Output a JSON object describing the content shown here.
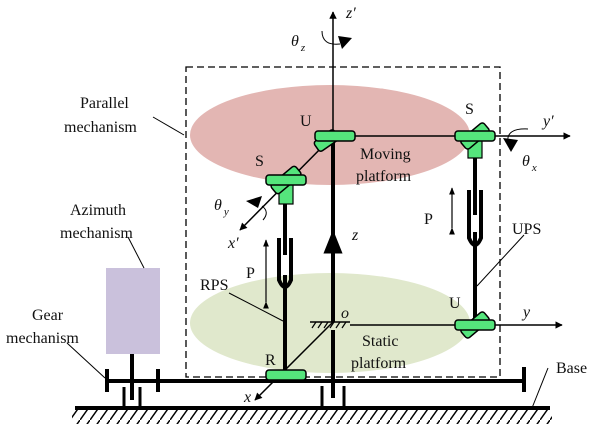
{
  "diagram": {
    "title": "Parallel mechanism with azimuth and gear mechanisms",
    "colors": {
      "moving_platform": "#e3b6b3",
      "static_platform": "#e0e8cc",
      "azimuth_block": "#cac1dc",
      "joint_green": "#55e57c",
      "ink": "#000000"
    },
    "labels": {
      "parallel_mechanism_1": "Parallel",
      "parallel_mechanism_2": "mechanism",
      "azimuth_1": "Azimuth",
      "azimuth_2": "mechanism",
      "gear_1": "Gear",
      "gear_2": "mechanism",
      "moving_1": "Moving",
      "moving_2": "platform",
      "static_1": "Static",
      "static_2": "platform",
      "base": "Base",
      "rps": "RPS",
      "ups": "UPS",
      "joint_u_top": "U",
      "joint_s_top_right": "S",
      "joint_s_left": "S",
      "joint_u_bottom": "U",
      "joint_r": "R",
      "prismatic_left": "P",
      "prismatic_right": "P"
    },
    "axes": {
      "z_prime": "z′",
      "y_prime": "y′",
      "x_prime": "x′",
      "z": "z",
      "y": "y",
      "x": "x",
      "origin": "o",
      "theta": "θ",
      "theta_z_sub": "z",
      "theta_x_sub": "x",
      "theta_y_sub": "y"
    }
  }
}
